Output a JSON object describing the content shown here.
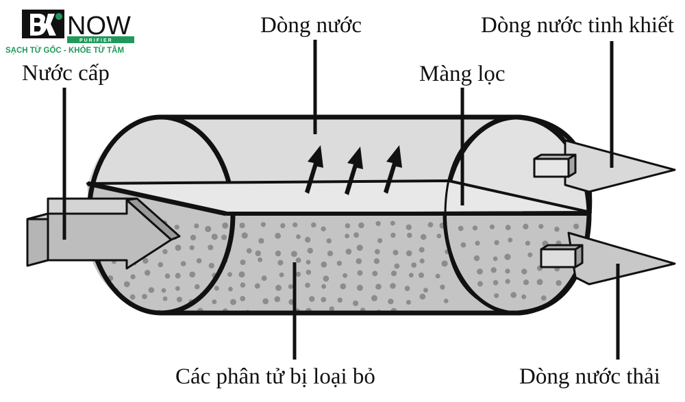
{
  "logo": {
    "brand_now": "NOW",
    "sub": "PURIFIER",
    "tagline": "SẠCH TỪ GỐC - KHỎE TỪ TÂM"
  },
  "labels": {
    "feed_water": "Nước cấp",
    "water_flow": "Dòng nước",
    "pure_water": "Dòng nước tinh khiết",
    "membrane": "Màng lọc",
    "rejected_particles": "Các phân tử bị loại bỏ",
    "waste_water": "Dòng nước thải"
  },
  "colors": {
    "outline": "#111111",
    "upper_fill": "#dcdcdc",
    "lower_fill": "#bfbfbf",
    "dots": "#8c8c8c",
    "brand_green": "#1f9a5a"
  },
  "icons": [
    "bk-logo-icon",
    "flow-up-arrow-icon",
    "feed-arrow-icon",
    "outlet-arrow-icon"
  ]
}
